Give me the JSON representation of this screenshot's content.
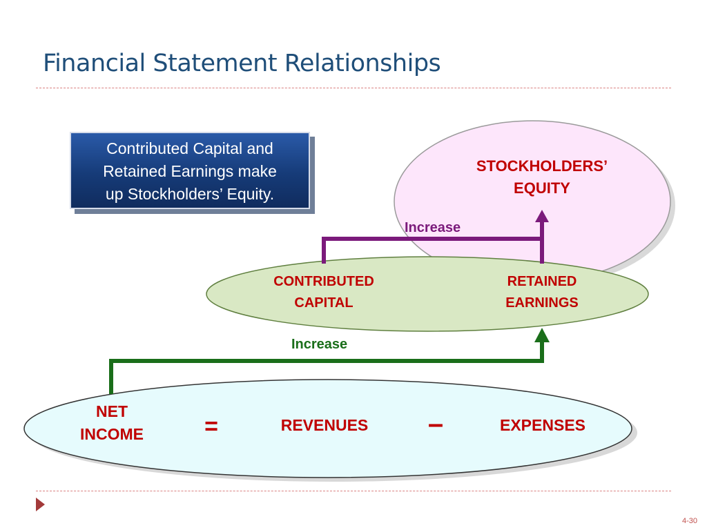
{
  "slide": {
    "title": "Financial Statement Relationships",
    "page_number": "4-30"
  },
  "callout": {
    "text": "Contributed Capital and\nRetained Earnings make\nup Stockholders’ Equity."
  },
  "equity": {
    "label": "STOCKHOLDERS’\nEQUITY"
  },
  "components": {
    "contributed_capital": "CONTRIBUTED\nCAPITAL",
    "retained_earnings": "RETAINED\nEARNINGS"
  },
  "equation": {
    "net_income": "NET\nINCOME",
    "equals": "=",
    "revenues": "REVENUES",
    "minus": "–",
    "expenses": "EXPENSES"
  },
  "arrows": {
    "upper_label": "Increase",
    "lower_label": "Increase"
  },
  "colors": {
    "title": "#1f4e79",
    "text_red": "#c00000",
    "arrow_purple": "#7b1a7b",
    "arrow_green": "#1a6e1a",
    "equity_fill": "#fde6fb",
    "components_fill": "#d9e8c4",
    "equation_fill": "#e6fbfd",
    "callout_fill": "#1a4488"
  }
}
